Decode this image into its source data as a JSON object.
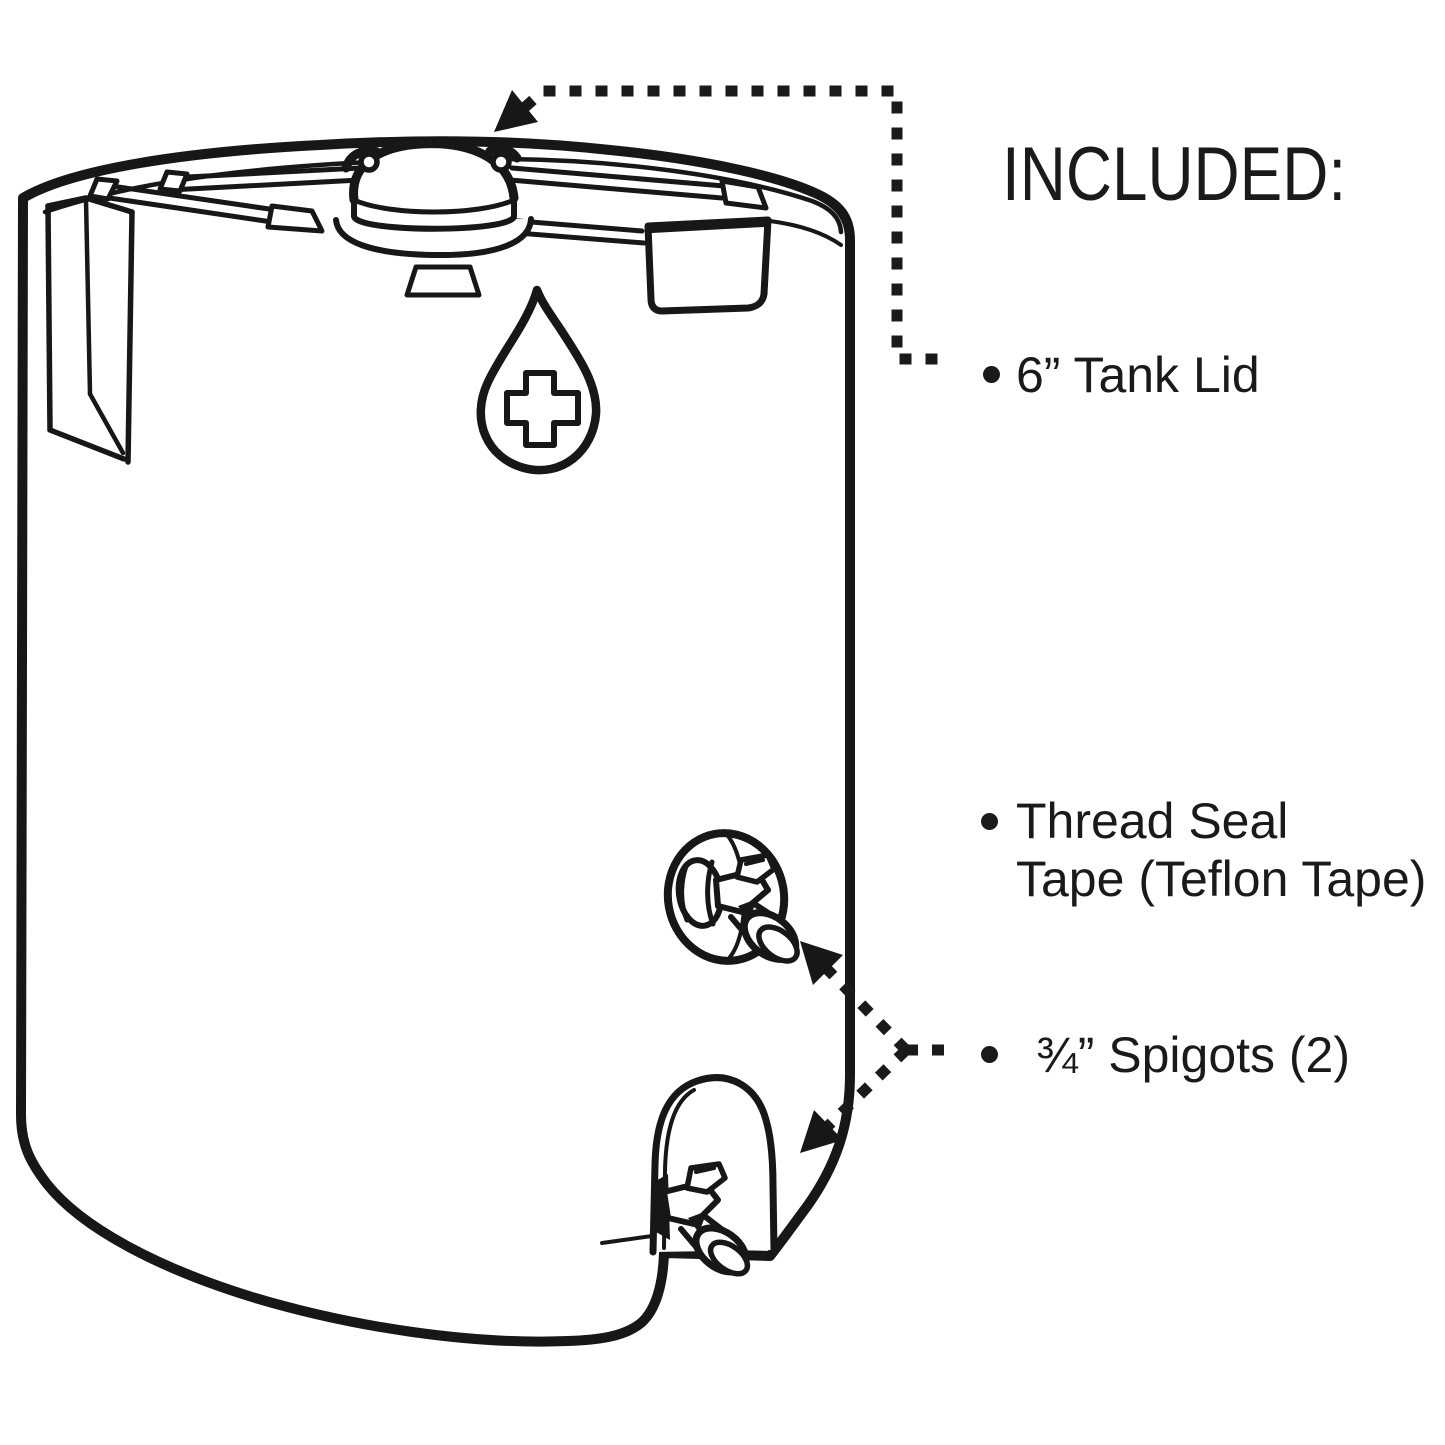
{
  "colors": {
    "ink": "#171717",
    "background": "#ffffff"
  },
  "heading": "INCLUDED:",
  "items": [
    {
      "name": "tank-lid",
      "lines": [
        "6” Tank Lid"
      ]
    },
    {
      "name": "thread-seal-tape",
      "lines": [
        "Thread Seal",
        "Tape (Teflon Tape)"
      ]
    },
    {
      "name": "spigots",
      "lines": [
        "¾” Spigots (2)"
      ]
    }
  ],
  "figure": {
    "type": "line-art-diagram",
    "subject": "water-storage-tank",
    "parts": [
      "tank-body",
      "tank-lid-dome",
      "tank-top-ribs",
      "left-overflow-channel",
      "top-recess-port",
      "water-drop-medical-logo",
      "upper-spigot",
      "lower-spigot",
      "lower-spigot-recess",
      "lid-callout-arrow",
      "spigot-callout-arrows"
    ]
  }
}
